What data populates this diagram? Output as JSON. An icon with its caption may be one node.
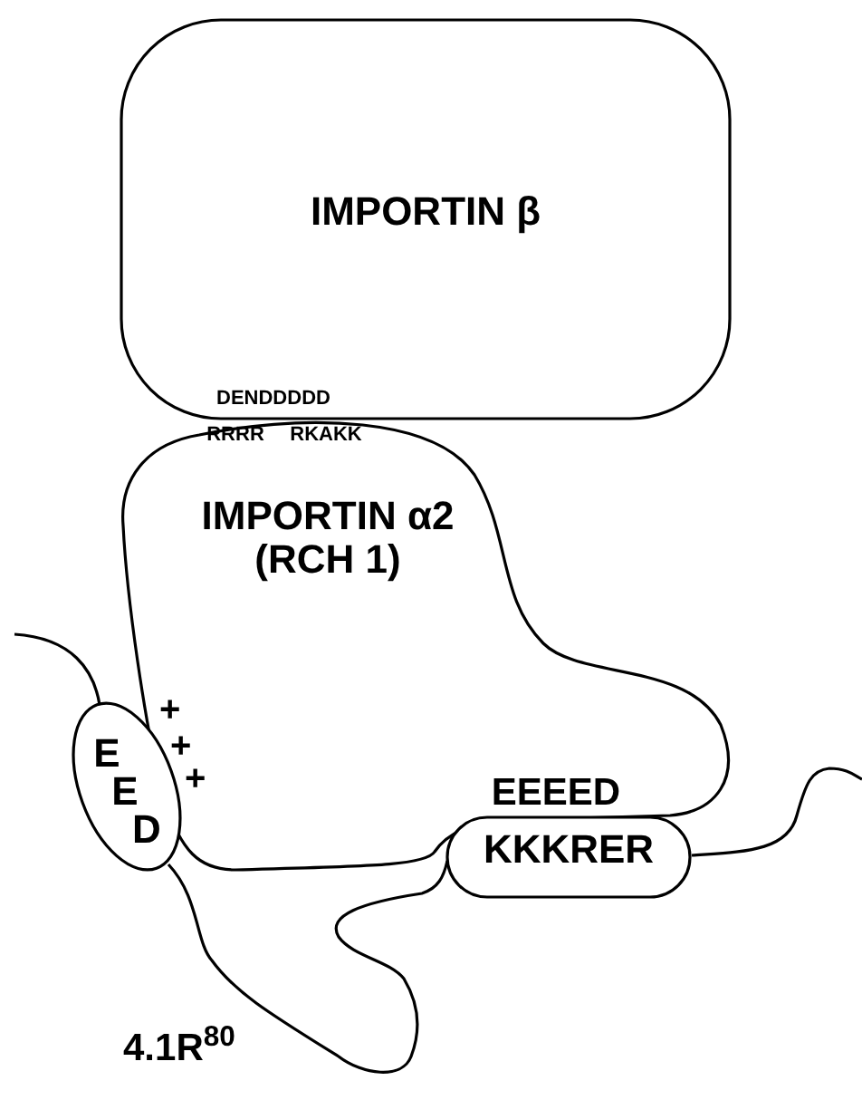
{
  "diagram": {
    "nodes": [
      {
        "text": [
          "IMPORTIN β",
          "DENDDDDD"
        ]
      },
      {
        "text": [
          "RRRR",
          "RKAKK",
          "IMPORTIN α2 (RCH 1)",
          "EEEED"
        ]
      },
      {
        "text": [
          "E",
          "E",
          "D"
        ]
      },
      {
        "text": [
          "KKKRER"
        ]
      }
    ],
    "edges": [
      {
        "from": null,
        "to": 2,
        "arrow": "none"
      },
      {
        "from": 2,
        "to": 3,
        "arrow": "none"
      },
      {
        "from": 3,
        "to": null,
        "arrow": "none"
      }
    ],
    "labels": [
      "+",
      "+",
      "+",
      "4.1R$^{80}$"
    ]
  }
}
